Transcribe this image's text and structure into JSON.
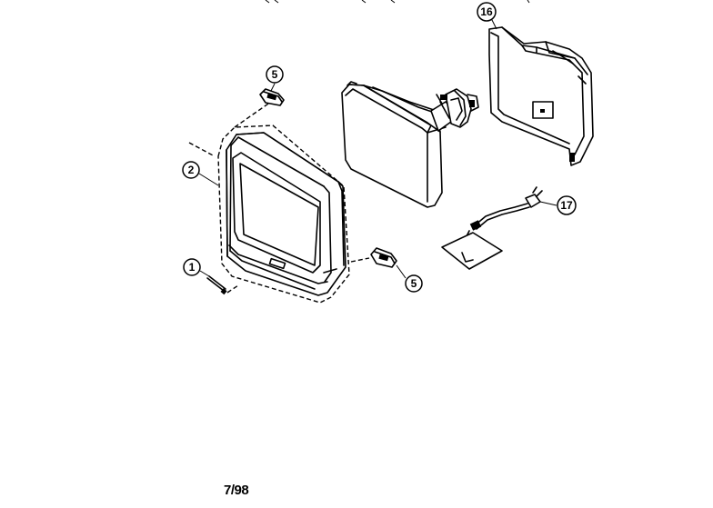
{
  "callouts": {
    "front_cabinet": "2",
    "screw": "1",
    "speaker_top": "5",
    "speaker_right": "5",
    "back_cover": "16",
    "power_cord": "17"
  },
  "footer": {
    "date": "7/98"
  }
}
